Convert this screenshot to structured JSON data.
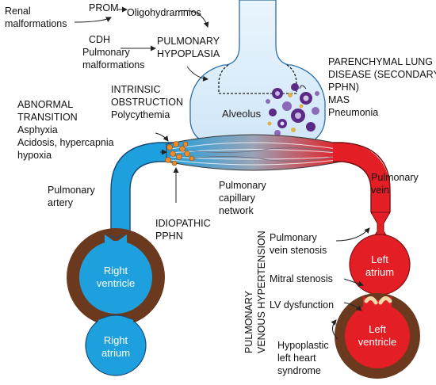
{
  "labels": {
    "prom": "PROM",
    "renal_l1": "Renal",
    "renal_l2": "malformations",
    "oligohydramnios": "Oligohydramnios",
    "cdh": "CDH",
    "pulm_malf_l1": "Pulmonary",
    "pulm_malf_l2": "malformations",
    "pulm_hypo_l1": "PULMONARY",
    "pulm_hypo_l2": "HYPOPLASIA",
    "parenchymal_l1": "PARENCHYMAL LUNG",
    "parenchymal_l2": "DISEASE (SECONDARY",
    "parenchymal_l3": "PPHN)",
    "mas": "MAS",
    "pneumonia": "Pneumonia",
    "intrinsic_l1": "INTRINSIC",
    "intrinsic_l2": "OBSTRUCTION",
    "polycythemia": "Polycythemia",
    "alveolus": "Alveolus",
    "abnormal_l1": "ABNORMAL",
    "abnormal_l2": "TRANSITION",
    "asphyxia": "Asphyxia",
    "acidosis": "Acidosis, hypercapnia",
    "hypoxia": "hypoxia",
    "pulm_artery_l1": "Pulmonary",
    "pulm_artery_l2": "artery",
    "capillary_l1": "Pulmonary",
    "capillary_l2": "capillary",
    "capillary_l3": "network",
    "pulm_vein_l1": "Pulmonary",
    "pulm_vein_l2": "vein",
    "idiopathic_l1": "IDIOPATHIC",
    "idiopathic_l2": "PPHN",
    "vein_stenosis_l1": "Pulmonary",
    "vein_stenosis_l2": "vein stenosis",
    "mitral": "Mitral stenosis",
    "lv_dysfunction": "LV dysfunction",
    "hypoplastic_l1": "Hypoplastic",
    "hypoplastic_l2": "left heart",
    "hypoplastic_l3": "syndrome",
    "pvh_l1": "PULMONARY",
    "pvh_l2": "VENOUS HYPERTENSION",
    "right_ventricle_l1": "Right",
    "right_ventricle_l2": "ventricle",
    "right_atrium_l1": "Right",
    "right_atrium_l2": "atrium",
    "left_atrium_l1": "Left",
    "left_atrium_l2": "atrium",
    "left_ventricle_l1": "Left",
    "left_ventricle_l2": "ventricle"
  },
  "colors": {
    "artery_blue": "#1fa0de",
    "vein_red": "#e31e24",
    "myocardium_brown": "#6b3a1e",
    "airway_light": "#dbeefb",
    "airway_stroke": "#2a6fa8",
    "rbc_orange": "#f08a24",
    "infiltrate_purple": "#5b2a86"
  }
}
